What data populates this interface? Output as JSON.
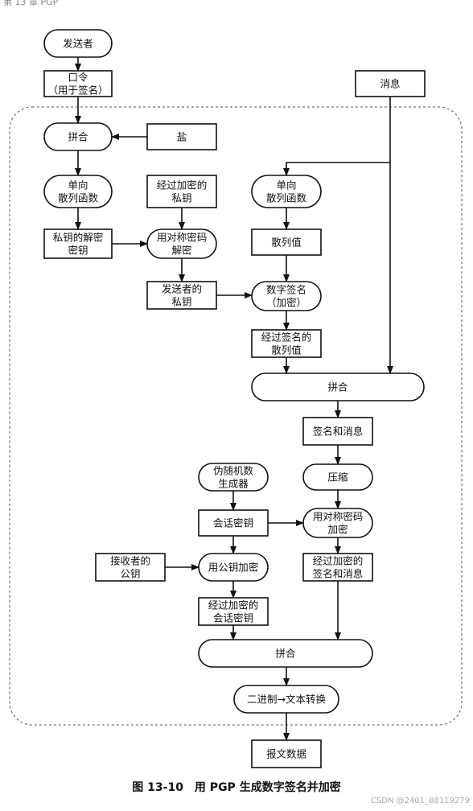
{
  "header": "第 13 章 PGP",
  "caption": "图 13-10　用 PGP 生成数字签名并加密",
  "watermark": "CSDN @2401_88119279",
  "nodes": {
    "sender": [
      "发送者"
    ],
    "passphrase": [
      "口令",
      "（用于签名）"
    ],
    "salt": [
      "盐"
    ],
    "combine1": [
      "拼合"
    ],
    "hash1": [
      "单向",
      "散列函数"
    ],
    "enc_privkey": [
      "经过加密的",
      "私钥"
    ],
    "privkey_dec_key": [
      "私钥的解密",
      "密钥"
    ],
    "sym_decrypt": [
      "用对称密码",
      "解密"
    ],
    "sender_privkey": [
      "发送者的",
      "私钥"
    ],
    "message": [
      "消息"
    ],
    "hash2": [
      "单向",
      "散列函数"
    ],
    "hash_value": [
      "散列值"
    ],
    "digital_sign": [
      "数字签名",
      "（加密）"
    ],
    "signed_hash": [
      "经过签名的",
      "散列值"
    ],
    "combine2": [
      "拼合"
    ],
    "sig_and_msg": [
      "签名和消息"
    ],
    "compress": [
      "压缩"
    ],
    "prng": [
      "伪随机数",
      "生成器"
    ],
    "session_key": [
      "会话密钥"
    ],
    "sym_encrypt": [
      "用对称密码",
      "加密"
    ],
    "receiver_pubkey": [
      "接收者的",
      "公钥"
    ],
    "pubkey_encrypt": [
      "用公钥加密"
    ],
    "enc_session_key": [
      "经过加密的",
      "会话密钥"
    ],
    "enc_sig_msg": [
      "经过加密的",
      "签名和消息"
    ],
    "combine3": [
      "拼合"
    ],
    "bin_to_text": [
      "二进制→文本转换"
    ],
    "message_data": [
      "报文数据"
    ]
  }
}
